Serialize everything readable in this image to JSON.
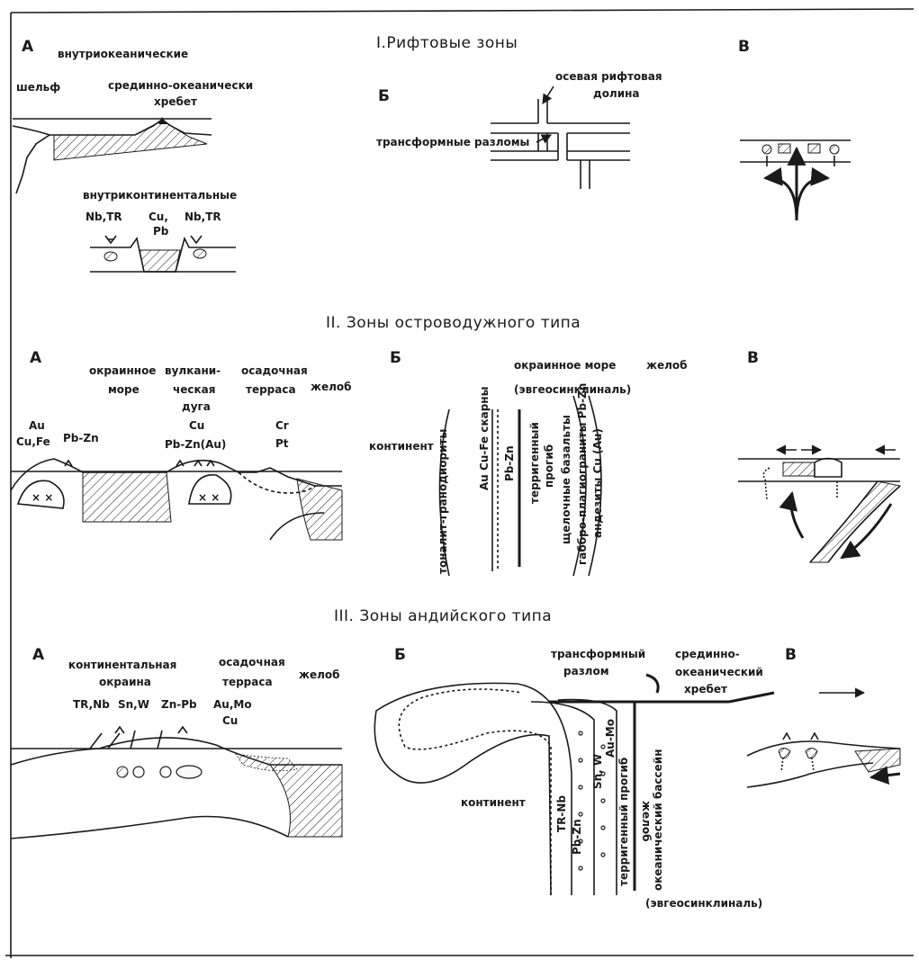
{
  "section1": {
    "title": "I.Рифтовые зоны",
    "label_a": "А",
    "label_b": "Б",
    "label_v": "В",
    "a": {
      "intraoceanic": "внутриокеанические",
      "shelf": "шельф",
      "ridge_line1": "срединно-океанически",
      "ridge_line2": "хребет",
      "intracontinental": "внутриконтинентальные",
      "ore_left": "Nb,TR",
      "ore_mid1": "Cu,",
      "ore_mid2": "Pb",
      "ore_right": "Nb,TR"
    },
    "b": {
      "axial_line1": "осевая рифтовая",
      "axial_line2": "долина",
      "transform": "трансформные разломы"
    }
  },
  "section2": {
    "title": "II. Зоны островодужного типа",
    "label_a": "А",
    "label_b": "Б",
    "label_v": "В",
    "a": {
      "marginal_line1": "окраинное",
      "marginal_line2": "море",
      "volcanic_line1": "вулкани-",
      "volcanic_line2": "ческая",
      "volcanic_line3": "дуга",
      "terrace_line1": "осадочная",
      "terrace_line2": "терраса",
      "trench": "желоб",
      "ore_au": "Au",
      "ore_cufe": "Cu,Fe",
      "ore_pbzn": "Pb-Zn",
      "ore_cu": "Cu",
      "ore_pbznau": "Pb-Zn(Au)",
      "ore_cr": "Cr",
      "ore_pt": "Pt"
    },
    "b": {
      "marginal_sea": "окраинное море",
      "trench": "желоб",
      "eugeosyncline": "(эвгеосинклиналь)",
      "continent": "континент",
      "tonalite": "тоналит-гранодиориты",
      "au_cufe": "Au Cu-Fe скарны",
      "pbzn": "Pb-Zn",
      "terrigenous": "терригенный",
      "trough": "прогиб",
      "alkaline": "щелочные базальты",
      "gabbro": "габбро-плагиограниты Pb-Zn",
      "andesite": "андезиты Cu (Au)"
    }
  },
  "section3": {
    "title": "III. Зоны андийского типа",
    "label_a": "А",
    "label_b": "Б",
    "label_v": "В",
    "a": {
      "margin_line1": "континентальная",
      "margin_line2": "окраина",
      "terrace_line1": "осадочная",
      "terrace_line2": "терраса",
      "trench": "желоб",
      "ore_trnb": "TR,Nb",
      "ore_snw": "Sn,W",
      "ore_znpb": "Zn-Pb",
      "ore_aumo": "Au,Mo",
      "ore_cu": "Cu"
    },
    "b": {
      "transform_line1": "трансформный",
      "transform_line2": "разлом",
      "ridge_line1": "срединно-",
      "ridge_line2": "океанический",
      "ridge_line3": "хребет",
      "continent": "континент",
      "trench": "желоб",
      "basin": "океанический бассейн",
      "eugeosyncline": "(эвгеосинклиналь)",
      "trough": "терригенный прогиб",
      "belt_trnb": "TR-Nb",
      "belt_pbzn": "Pb-Zn",
      "belt_snw": "Sn, W",
      "belt_aumo": "Au-Mo"
    }
  }
}
